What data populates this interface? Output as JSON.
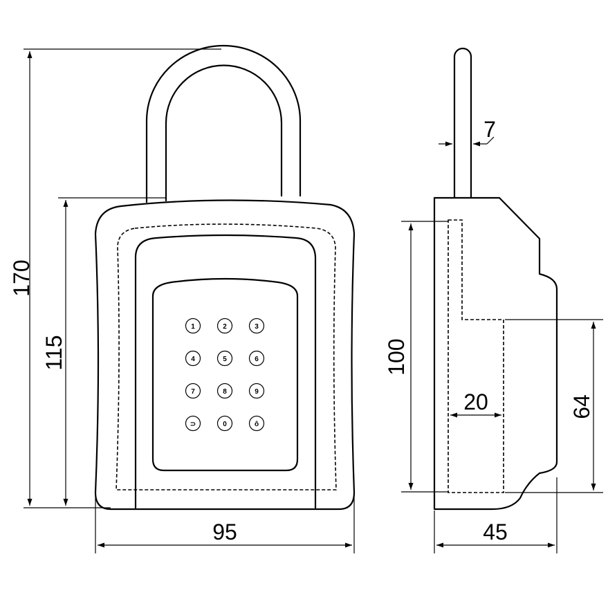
{
  "dimensions": {
    "height_total": "170",
    "height_body": "115",
    "width_front": "95",
    "shackle_thickness": "7",
    "inner_height": "100",
    "inner_depth": "20",
    "lower_height": "64",
    "depth_side": "45"
  },
  "keypad": {
    "keys": [
      "1",
      "2",
      "3",
      "4",
      "5",
      "6",
      "7",
      "8",
      "9",
      "⊃",
      "0",
      "ô"
    ]
  }
}
